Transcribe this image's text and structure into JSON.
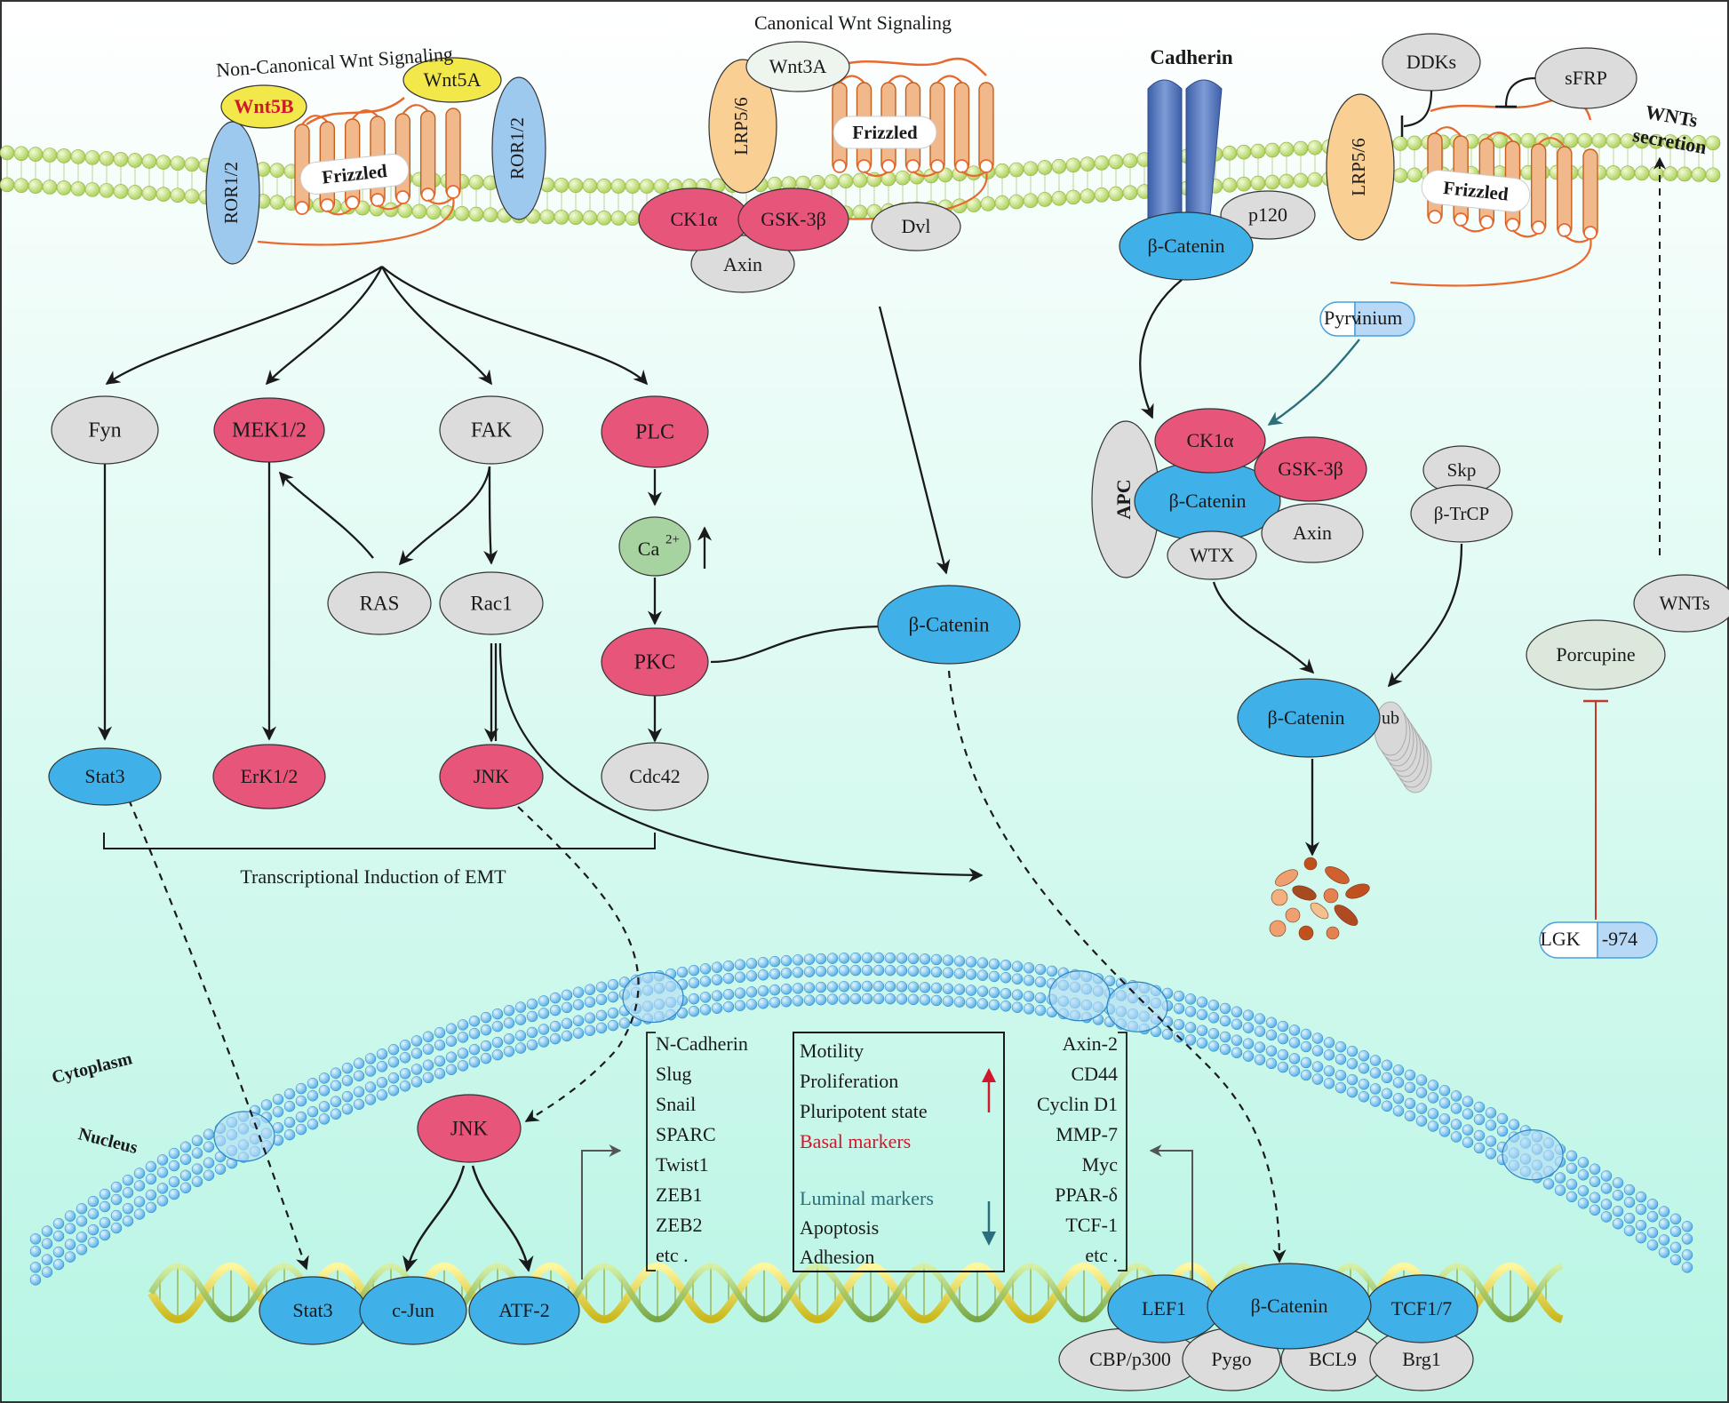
{
  "colors": {
    "cytoplasm_top": "#ffffff",
    "cytoplasm_bottom": "#b8f5e4",
    "gray_node": "#dcdcdc",
    "pink_node": "#e8557a",
    "blue_node": "#3fb1e8",
    "yellow_node": "#f3e84a",
    "receptor_blue": "#9ec9ef",
    "receptor_orange": "#f9cf94",
    "frizzled_orange": "#e8692e",
    "frizzled_fill": "#f0b88b",
    "calcium_green": "#a7d3a0",
    "membrane_green": "#b7d96b",
    "nuclear_blue": "#6cc3f0",
    "red_arrow": "#d0182c",
    "teal_arrow": "#2c6f7c",
    "inhibit_red": "#c0392b",
    "inhibitor_fill": "#b8d9f5"
  },
  "titles": {
    "non_canonical": "Non-Canonical Wnt Signaling",
    "canonical": "Canonical Wnt Signaling",
    "cadherin": "Cadherin",
    "wnts_secretion_1": "WNTs",
    "wnts_secretion_2": "secretion",
    "emt": "Transcriptional Induction of EMT",
    "cytoplasm": "Cytoplasm",
    "nucleus": "Nucleus"
  },
  "membrane": {
    "wnt5b": "Wnt5B",
    "wnt5a": "Wnt5A",
    "ror_left": "ROR1/2",
    "ror_right": "ROR1/2",
    "frizzled_1": "Frizzled",
    "wnt3a": "Wnt3A",
    "lrp_1": "LRP5/6",
    "frizzled_2": "Frizzled",
    "ck1a_top": "CK1α",
    "gsk_top": "GSK-3β",
    "axin_top": "Axin",
    "dvl": "Dvl",
    "p120": "p120",
    "bcat_cad": "β-Catenin",
    "ddks": "DDKs",
    "sfrp": "sFRP",
    "lrp_2": "LRP5/6",
    "frizzled_3": "Frizzled"
  },
  "noncanonical": {
    "fyn": "Fyn",
    "mek": "MEK1/2",
    "fak": "FAK",
    "plc": "PLC",
    "ras": "RAS",
    "rac1": "Rac1",
    "ca": "Ca",
    "ca_sup": "2+",
    "pkc": "PKC",
    "stat3": "Stat3",
    "erk": "ErK1/2",
    "jnk": "JNK",
    "cdc42": "Cdc42",
    "bcat_mid": "β-Catenin"
  },
  "destruction": {
    "pyrvinium_a": "Pyrv",
    "pyrvinium_b": "inium",
    "apc": "APC",
    "ck1a": "CK1α",
    "gsk": "GSK-3β",
    "bcat": "β-Catenin",
    "axin": "Axin",
    "wtx": "WTX",
    "skp": "Skp",
    "btrcp": "β-TrCP",
    "bcat_ub": "β-Catenin",
    "ub": "ub"
  },
  "secretion": {
    "wnts": "WNTs",
    "porcupine": "Porcupine",
    "lgk_a": "LGK",
    "lgk_b": "-974"
  },
  "nucleus": {
    "jnk": "JNK",
    "stat3": "Stat3",
    "cjun": "c-Jun",
    "atf2": "ATF-2",
    "lef1": "LEF1",
    "bcat": "β-Catenin",
    "tcf": "TCF1/7",
    "cbp": "CBP/p300",
    "pygo": "Pygo",
    "bcl9": "BCL9",
    "brg1": "Brg1"
  },
  "emt_genes": [
    "N-Cadherin",
    "Slug",
    "Snail",
    "SPARC",
    "Twist1",
    "ZEB1",
    "ZEB2",
    "etc ."
  ],
  "effects_up": [
    "Motility",
    "Proliferation",
    "Pluripotent state",
    "Basal markers"
  ],
  "effects_down": [
    "Luminal markers",
    "Apoptosis",
    "Adhesion"
  ],
  "wnt_targets": [
    "Axin-2",
    "CD44",
    "Cyclin D1",
    "MMP-7",
    "Myc",
    "PPAR-δ",
    "TCF-1",
    "etc ."
  ]
}
